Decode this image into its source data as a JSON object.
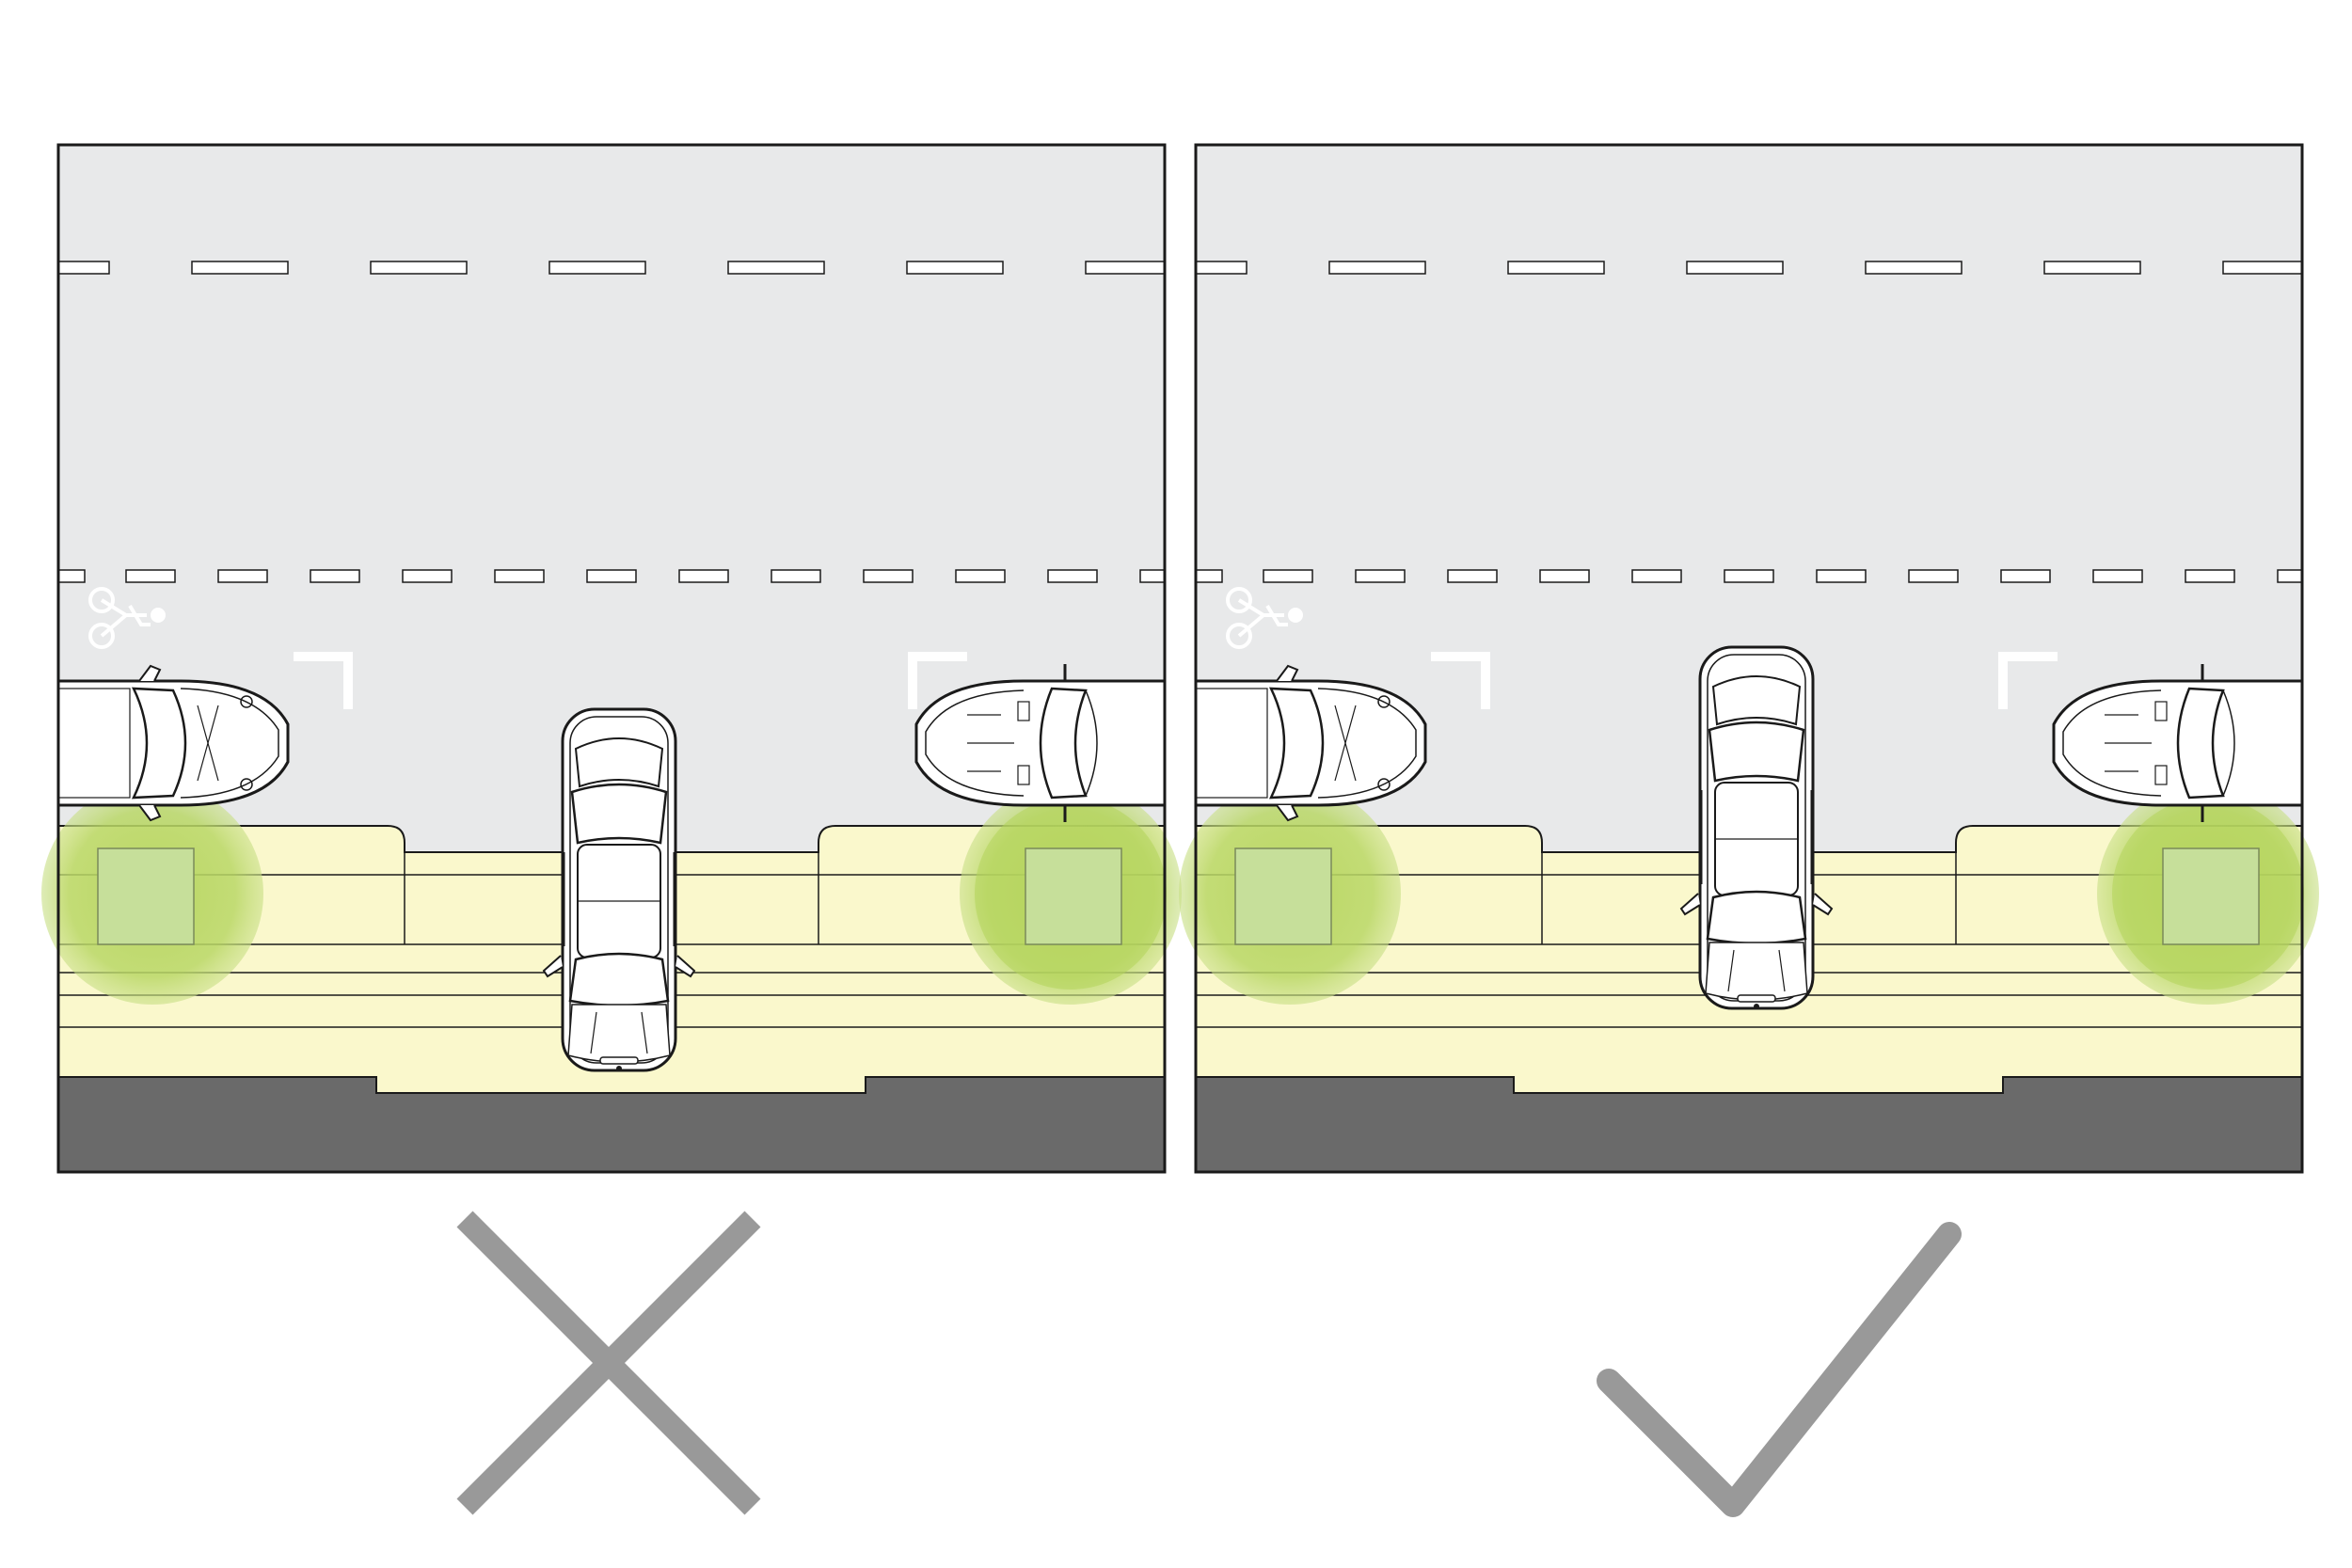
{
  "colors": {
    "road": "#e8e9ea",
    "sidewalk": "#faf8cc",
    "curb_strip": "#6a6a6a",
    "tree_glow": "#bfdc6e",
    "tree_pit": "#c6df9a",
    "lane_marking": "#ffffff",
    "outline": "#1a1a1a",
    "symbol_gray": "#999999",
    "car_body": "#ffffff"
  },
  "panels": [
    {
      "id": "incorrect",
      "verdict": "x-mark-icon",
      "driveway_car": "nose-down-crossing-sidewalk"
    },
    {
      "id": "correct",
      "verdict": "check-mark-icon",
      "driveway_car": "pulled-into-street-clear-of-sidewalk"
    }
  ],
  "icons": {
    "bike_lane": "bicycle-icon",
    "x_mark": "x-mark-icon",
    "check_mark": "check-mark-icon"
  }
}
